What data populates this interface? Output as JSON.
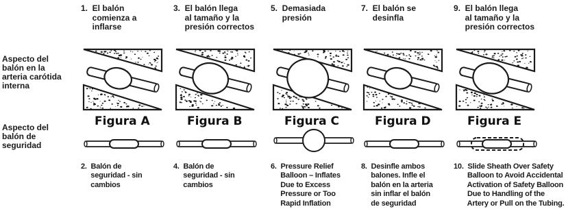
{
  "row_labels": {
    "internal_carotid": [
      "Aspecto del",
      "balón en la",
      "arteria carótida",
      "interna"
    ],
    "safety_balloon": [
      "Aspecto del",
      "balón de",
      "seguridad"
    ]
  },
  "panels": [
    {
      "top_lines": [
        "1.  El balón",
        "     comienza a",
        "     inflarse"
      ],
      "figure": "Figura A",
      "bottom_lines": [
        "2.  Balón de",
        "     seguridad - sin",
        "     cambios"
      ]
    },
    {
      "top_lines": [
        "3.  El balón llega",
        "     al tamaño y la",
        "     presión correctos"
      ],
      "figure": "Figura B",
      "bottom_lines": [
        "4.  Balón de",
        "     seguridad - sin",
        "     cambios"
      ]
    },
    {
      "top_lines": [
        "5.  Demasiada",
        "     presión"
      ],
      "figure": "Figura C",
      "bottom_lines": [
        "6.  Pressure Relief",
        "     Balloon – Inflates",
        "     Due to Excess",
        "     Pressure or Too",
        "     Rapid Inflation"
      ]
    },
    {
      "top_lines": [
        "7.  El balón se",
        "     desinfla"
      ],
      "figure": "Figura D",
      "bottom_lines": [
        "8.  Desinfle ambos",
        "     balones. Infle el",
        "     balón en la arteria",
        "     sin inflar el balón",
        "     de seguridad"
      ]
    },
    {
      "top_lines": [
        "9.  El balón llega",
        "     al tamaño y la",
        "     presión correctos"
      ],
      "figure": "Figura E",
      "bottom_lines": [
        "10.  Slide Sheath Over Safety",
        "       Balloon to Avoid Accidental",
        "       Activation of Safety Balloon",
        "       Due to Handling of the",
        "       Artery or Pull on the Tubing."
      ]
    }
  ],
  "colors": {
    "ink": "#1a1a1a",
    "background": "#ffffff"
  }
}
